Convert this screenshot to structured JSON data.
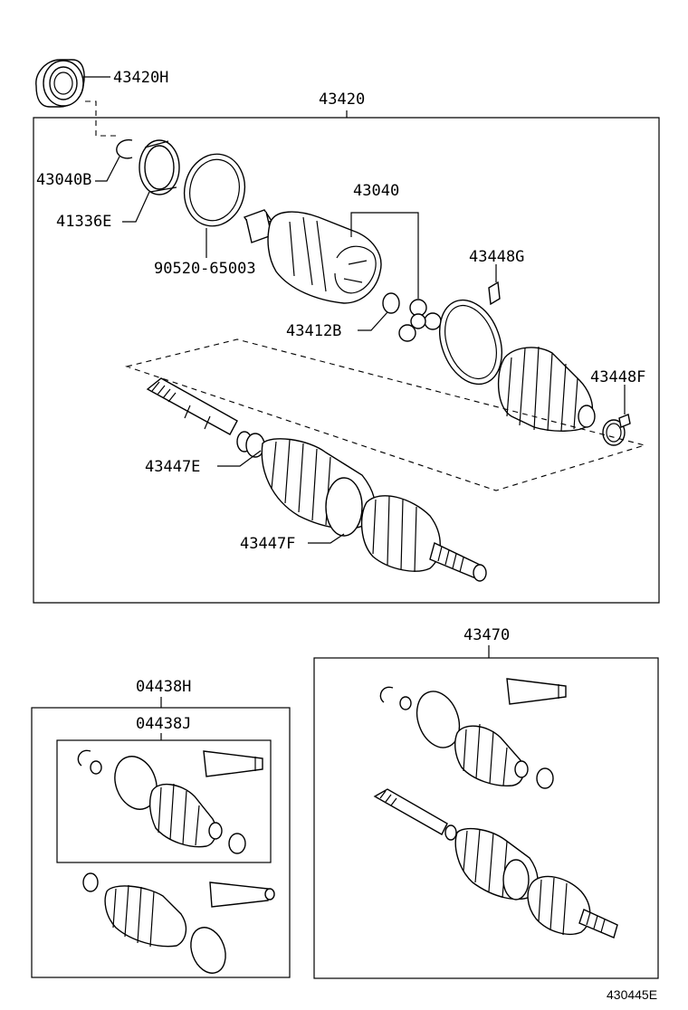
{
  "labels": {
    "seal": "43420H",
    "assembly": "43420",
    "snap_ring": "43040B",
    "bearing": "41336E",
    "ring": "90520-65003",
    "outer_joint": "43040",
    "joint_ring": "43412B",
    "clamp_big": "43448G",
    "clamp_small": "43448F",
    "clamp_inner": "43447E",
    "clamp_outer": "43447F",
    "kit_a": "04438H",
    "kit_b": "04438J",
    "kit_c": "43470",
    "figure_code": "430445E"
  }
}
